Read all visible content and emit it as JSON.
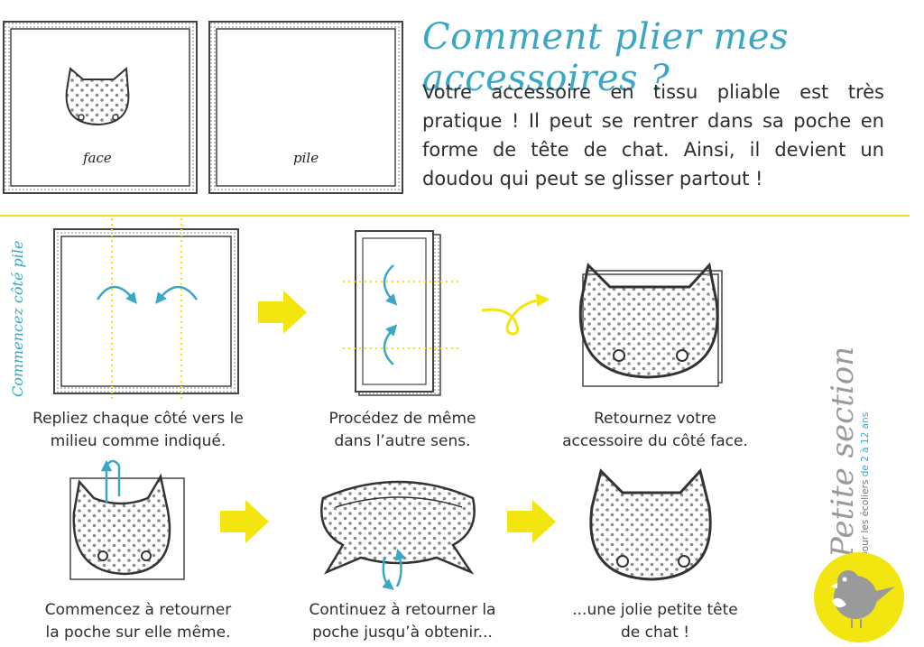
{
  "header": {
    "title": "Comment plier mes accessoires ?",
    "intro": "Votre accessoire en tissu pliable est très pratique ! Il peut se rentrer dans sa poche en forme de tête de chat. Ainsi, il devient un doudou qui peut se glisser partout !"
  },
  "figures": {
    "face_label": "face",
    "pile_label": "pile"
  },
  "side_label": "Commencez côté pile",
  "steps": [
    {
      "line1": "Repliez chaque côté vers le",
      "line2": "milieu comme indiqué."
    },
    {
      "line1": "Procédez de même",
      "line2": "dans l’autre sens."
    },
    {
      "line1": "Retournez votre",
      "line2": "accessoire du côté face."
    },
    {
      "line1": "Commencez à retourner",
      "line2": "la poche sur elle même."
    },
    {
      "line1": "Continuez à retourner la",
      "line2": "poche jusqu’à obtenir..."
    },
    {
      "line1": "...une jolie petite tête",
      "line2": "de chat !"
    }
  ],
  "brand": {
    "name": "Petite section",
    "tagline_prefix": "pour les écoliers ",
    "tagline_accent": "de 2 à 12 ans"
  },
  "colors": {
    "accent_blue": "#3aa7c4",
    "accent_yellow": "#f2e510",
    "line_yellow": "#e9df2a",
    "outline": "#444444",
    "dots": "#8a8a8a"
  }
}
